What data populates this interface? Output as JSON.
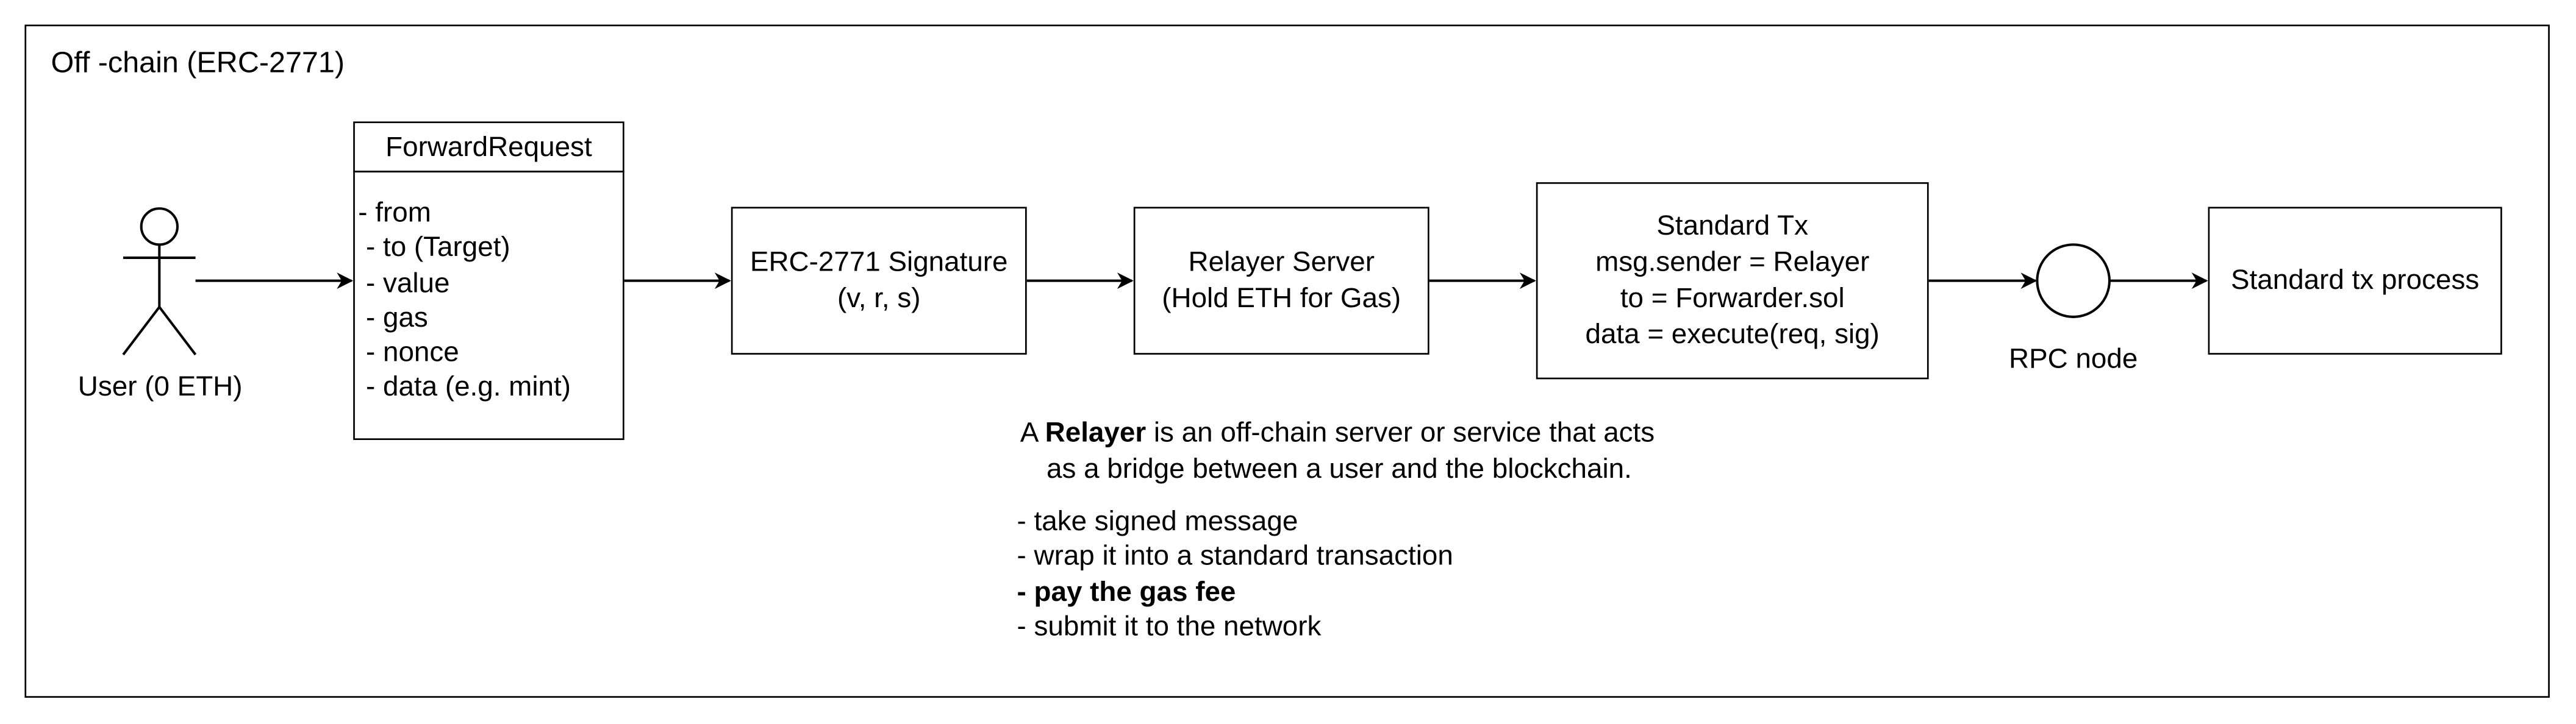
{
  "frame": {
    "title": "Off -chain (ERC-2771)"
  },
  "actor": {
    "label": "User (0 ETH)"
  },
  "forward_request": {
    "title": "ForwardRequest",
    "fields": [
      "- from",
      " - to (Target)",
      " - value",
      " - gas",
      " - nonce",
      " - data (e.g. mint)"
    ]
  },
  "signature_box": {
    "line1": "ERC-2771 Signature",
    "line2": "(v, r, s)"
  },
  "relayer_box": {
    "line1": "Relayer Server",
    "line2": "(Hold ETH for Gas)"
  },
  "standard_tx_box": {
    "line1": "Standard Tx",
    "line2": "msg.sender = Relayer",
    "line3": "to = Forwarder.sol",
    "line4": "data = execute(req, sig)"
  },
  "rpc_node": {
    "label": "RPC node"
  },
  "process_box": {
    "label": "Standard tx process"
  },
  "note": {
    "prefix": "A ",
    "bold_word": "Relayer",
    "rest_line1": " is an off-chain server or service that acts",
    "line2": "as a bridge between a user and the blockchain.",
    "items": [
      "- take signed message",
      "- wrap it into a standard transaction",
      "- pay the gas fee",
      "- submit it to the network"
    ]
  }
}
